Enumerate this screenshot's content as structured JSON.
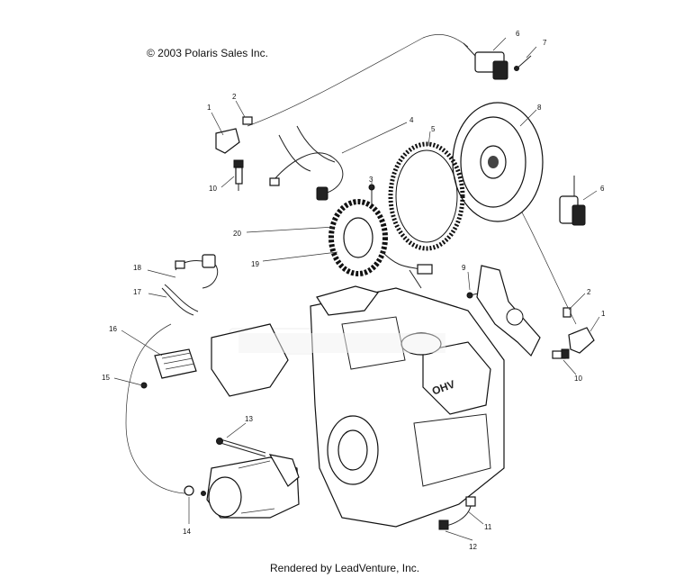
{
  "copyright": "© 2003 Polaris Sales Inc.",
  "footer": "Rendered by LeadVenture, Inc.",
  "callouts": [
    {
      "id": "c6a",
      "text": "6"
    },
    {
      "id": "c7",
      "text": "7"
    },
    {
      "id": "c8",
      "text": "8"
    },
    {
      "id": "c6b",
      "text": "6"
    },
    {
      "id": "c1a",
      "text": "1"
    },
    {
      "id": "c2a",
      "text": "2"
    },
    {
      "id": "c4",
      "text": "4"
    },
    {
      "id": "c5",
      "text": "5"
    },
    {
      "id": "c3",
      "text": "3"
    },
    {
      "id": "c10a",
      "text": "10"
    },
    {
      "id": "c20",
      "text": "20"
    },
    {
      "id": "c19",
      "text": "19"
    },
    {
      "id": "c18",
      "text": "18"
    },
    {
      "id": "c17",
      "text": "17"
    },
    {
      "id": "c16",
      "text": "16"
    },
    {
      "id": "c15",
      "text": "15"
    },
    {
      "id": "c9",
      "text": "9"
    },
    {
      "id": "c2b",
      "text": "2"
    },
    {
      "id": "c1b",
      "text": "1"
    },
    {
      "id": "c10b",
      "text": "10"
    },
    {
      "id": "c13",
      "text": "13"
    },
    {
      "id": "c14",
      "text": "14"
    },
    {
      "id": "c11",
      "text": "11"
    },
    {
      "id": "c12",
      "text": "12"
    }
  ]
}
